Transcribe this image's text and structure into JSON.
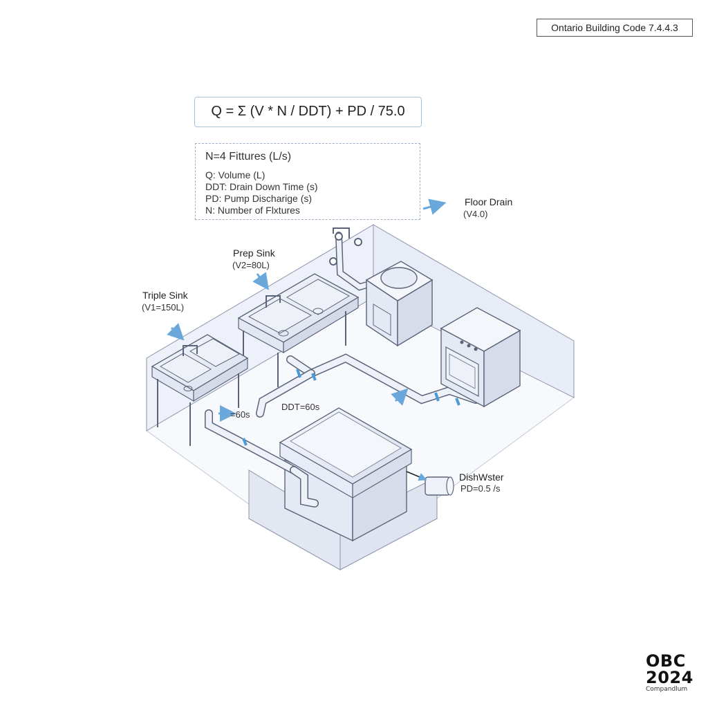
{
  "header": {
    "code_reference": "Ontario Building Code 7.4.4.3",
    "formula": "Q = Σ (V * N / DDT) + PD / 75.0"
  },
  "legend": {
    "title": "N=4 Fittures (L/s)",
    "items": [
      "Q: Volume (L)",
      "DDT: Drain Down Time (s)",
      "PD: Pump Discharige (s)",
      "N: Number of Flxtures"
    ]
  },
  "fixtures": {
    "floor_drain": {
      "name": "Floor Drain",
      "value": "(V4.0)"
    },
    "prep_sink": {
      "name": "Prep Sink",
      "value": "(V2=80L)"
    },
    "triple_sink": {
      "name": "Triple Sink",
      "value": "(V1=150L)"
    },
    "dishwasher": {
      "name": "DishWster",
      "value": "PD=0.5 /s"
    }
  },
  "pipe_labels": {
    "ddt_main": "DDT=60s",
    "ddt_left": "=60s"
  },
  "logo": {
    "line1": "OBC",
    "line2": "2024",
    "line3": "Compandlum"
  },
  "colors": {
    "wall": "#eef1fa",
    "outline": "#5a6478",
    "pipe_band": "#4a9ad8",
    "arrow": "#6aa8dc"
  }
}
